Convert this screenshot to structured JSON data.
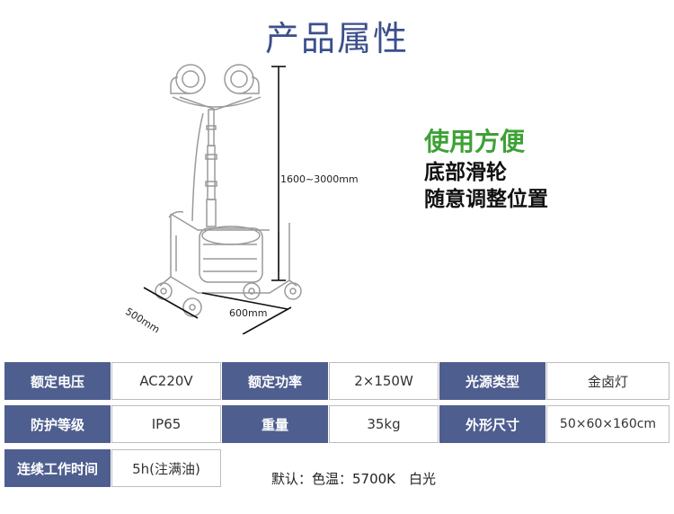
{
  "page": {
    "title": "产品属性"
  },
  "dimensions": {
    "height": "1600~3000mm",
    "width": "600mm",
    "depth": "500mm"
  },
  "feature": {
    "title": "使用方便",
    "line1": "底部滑轮",
    "line2": "随意调整位置"
  },
  "specs": {
    "row1": [
      {
        "label": "额定电压",
        "value": "AC220V"
      },
      {
        "label": "额定功率",
        "value": "2×150W"
      },
      {
        "label": "光源类型",
        "value": "金卤灯"
      }
    ],
    "row2": [
      {
        "label": "防护等级",
        "value": "IP65"
      },
      {
        "label": "重量",
        "value": "35kg"
      },
      {
        "label": "外形尺寸",
        "value": "50×60×160cm"
      }
    ],
    "row3": [
      {
        "label": "连续工作时间",
        "value": "5h(注满油)"
      }
    ]
  },
  "note": "默认：色温：5700K　白光",
  "colors": {
    "title": "#3b4f8a",
    "label_bg": "#4e5e8f",
    "feature_green": "#3da135"
  }
}
